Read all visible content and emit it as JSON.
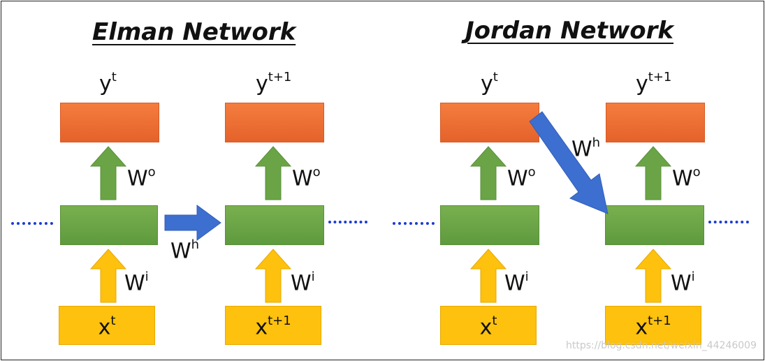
{
  "elman": {
    "title": "Elman Network",
    "y_left": {
      "base": "y",
      "sup": "t"
    },
    "y_right": {
      "base": "y",
      "sup": "t+1"
    },
    "x_left": {
      "base": "x",
      "sup": "t"
    },
    "x_right": {
      "base": "x",
      "sup": "t+1"
    },
    "wo": {
      "base": "W",
      "sup": "o"
    },
    "wi": {
      "base": "W",
      "sup": "i"
    },
    "wh": {
      "base": "W",
      "sup": "h"
    }
  },
  "jordan": {
    "title": "Jordan Network",
    "y_left": {
      "base": "y",
      "sup": "t"
    },
    "y_right": {
      "base": "y",
      "sup": "t+1"
    },
    "x_left": {
      "base": "x",
      "sup": "t"
    },
    "x_right": {
      "base": "x",
      "sup": "t+1"
    },
    "wo": {
      "base": "W",
      "sup": "o"
    },
    "wi": {
      "base": "W",
      "sup": "i"
    },
    "wh": {
      "base": "W",
      "sup": "h"
    }
  },
  "watermark": "https://blog.csdn.net/weixin_44246009",
  "colors": {
    "output": "#e96a2f",
    "hidden": "#6aa446",
    "input": "#fdc10e",
    "up_arrow_green": "#6aa446",
    "up_arrow_yellow": "#fdc10e",
    "recurrent_arrow": "#3d6fd0",
    "dots": "#1a3bd6"
  }
}
